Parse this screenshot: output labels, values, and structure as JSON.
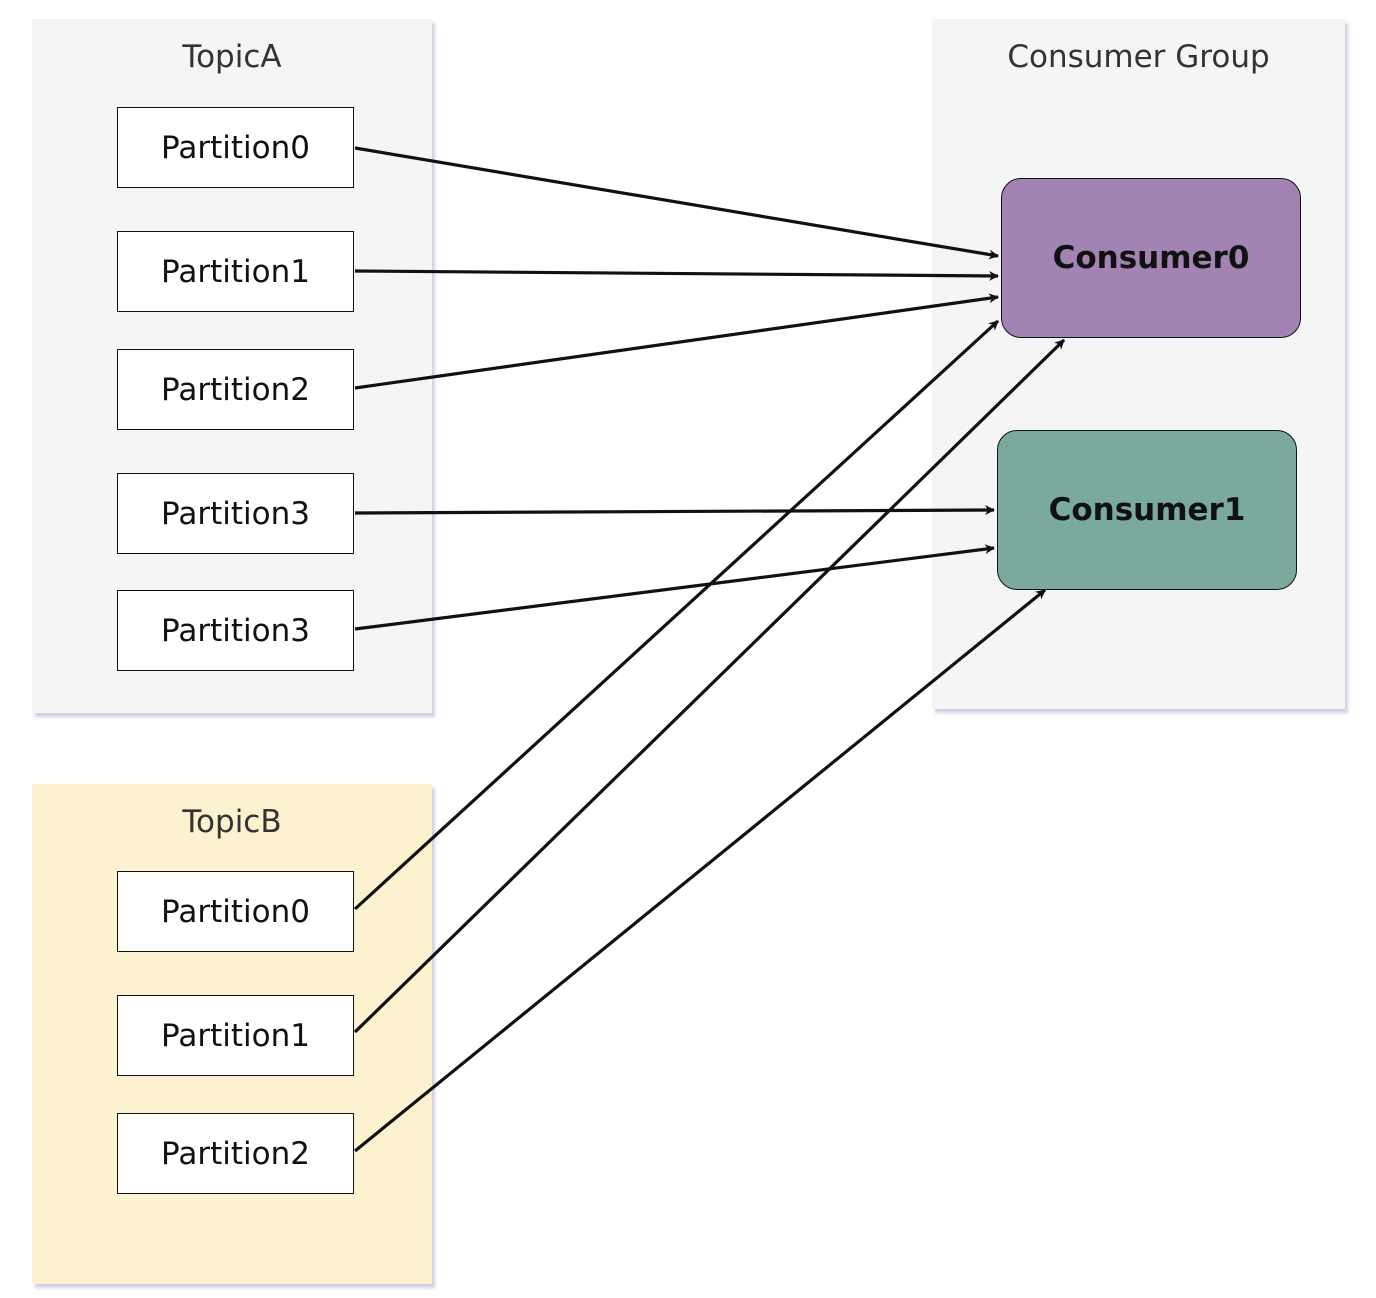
{
  "topic_a": {
    "title": "TopicA",
    "partitions": [
      "Partition0",
      "Partition1",
      "Partition2",
      "Partition3",
      "Partition3"
    ]
  },
  "topic_b": {
    "title": "TopicB",
    "partitions": [
      "Partition0",
      "Partition1",
      "Partition2"
    ]
  },
  "consumer_group": {
    "title": "Consumer Group",
    "consumers": [
      "Consumer0",
      "Consumer1"
    ]
  },
  "colors": {
    "topic_a_fill": "#f5f5f5",
    "topic_b_fill": "#fcf2cf",
    "group_fill": "#f5f5f5",
    "consumer0_fill": "#a283b4",
    "consumer1_fill": "#7aaa9e"
  },
  "edges": [
    {
      "from": "TopicA.Partition0",
      "to": "Consumer0"
    },
    {
      "from": "TopicA.Partition1",
      "to": "Consumer0"
    },
    {
      "from": "TopicA.Partition2",
      "to": "Consumer0"
    },
    {
      "from": "TopicA.Partition3",
      "to": "Consumer1"
    },
    {
      "from": "TopicA.Partition3",
      "to": "Consumer1"
    },
    {
      "from": "TopicB.Partition0",
      "to": "Consumer0"
    },
    {
      "from": "TopicB.Partition1",
      "to": "Consumer0"
    },
    {
      "from": "TopicB.Partition2",
      "to": "Consumer1"
    }
  ]
}
